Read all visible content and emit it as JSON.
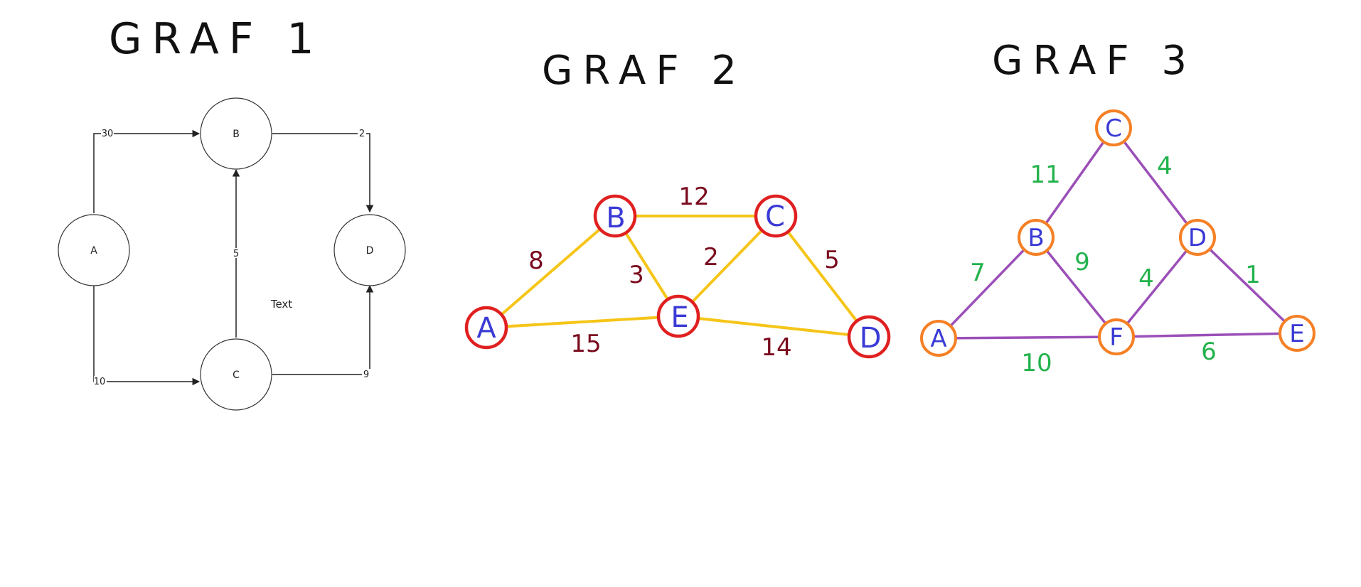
{
  "titles": {
    "graf1": "GRAF 1",
    "graf2": "GRAF 2",
    "graf3": "GRAF 3"
  },
  "graf1": {
    "nodes": {
      "A": "A",
      "B": "B",
      "C": "C",
      "D": "D"
    },
    "edges": {
      "AB": "30",
      "BD": "2",
      "CB": "5",
      "AC": "10",
      "CD": "9"
    },
    "free_text": "Text"
  },
  "graf2": {
    "colors": {
      "edge": "#f5c518",
      "node": "#e02020",
      "label": "#3a3ad6",
      "weight": "#7a0a1e"
    },
    "nodes": {
      "A": "A",
      "B": "B",
      "C": "C",
      "D": "D",
      "E": "E"
    },
    "edges": {
      "AB": "8",
      "BC": "12",
      "BE": "3",
      "EC": "2",
      "CD": "5",
      "AE": "15",
      "ED": "14"
    }
  },
  "graf3": {
    "colors": {
      "edge": "#9b4fb8",
      "node": "#f58025",
      "label": "#3a3ad6",
      "weight": "#22b24c"
    },
    "nodes": {
      "A": "A",
      "B": "B",
      "C": "C",
      "D": "D",
      "E": "E",
      "F": "F"
    },
    "edges": {
      "BC": "11",
      "CD": "4",
      "AB": "7",
      "BF": "9",
      "FD": "4",
      "DE": "1",
      "AF": "10",
      "FE": "6"
    }
  }
}
